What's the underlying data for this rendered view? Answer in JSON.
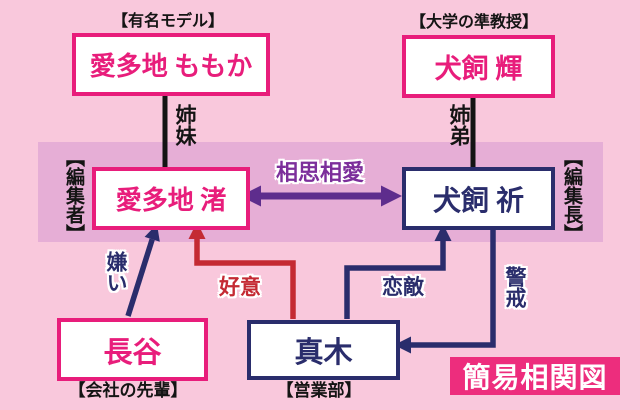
{
  "diagram_title": "簡易相関図",
  "people": {
    "momoka": {
      "name": "愛多地 ももか",
      "role": "【有名モデル】"
    },
    "hikaru": {
      "name": "犬飼 輝",
      "role": "【大学の準教授】"
    },
    "nagisa": {
      "name": "愛多地 渚",
      "role": "【編集者】"
    },
    "inori": {
      "name": "犬飼 祈",
      "role": "【編集長】"
    },
    "hase": {
      "name": "長谷",
      "role": "【会社の先輩】"
    },
    "maki": {
      "name": "真木",
      "role": "【営業部】"
    }
  },
  "relationships": {
    "sisters": {
      "label": "姉妹",
      "from": "愛多地 ももか",
      "to": "愛多地 渚",
      "style": "black-line"
    },
    "siblings": {
      "label": "姉弟",
      "from": "犬飼 輝",
      "to": "犬飼 祈",
      "style": "black-line"
    },
    "mutual_love": {
      "label": "相思相愛",
      "from": "愛多地 渚",
      "to": "犬飼 祈",
      "style": "purple-double-arrow"
    },
    "dislike": {
      "label": "嫌い",
      "from": "長谷",
      "to": "愛多地 渚",
      "style": "navy-arrow"
    },
    "affection": {
      "label": "好意",
      "from": "真木",
      "to": "愛多地 渚",
      "style": "red-arrow"
    },
    "love_rival": {
      "label": "恋敵",
      "from": "真木",
      "to": "犬飼 祈",
      "style": "navy-arrow"
    },
    "wariness": {
      "label": "警戒",
      "from": "犬飼 祈",
      "to": "真木",
      "style": "navy-arrow"
    }
  },
  "colors": {
    "background": "#f9c8dc",
    "band": "#e6aed6",
    "magenta": "#e81d7b",
    "navy": "#2a2d6c",
    "purple_arrow": "#5e2d8d",
    "purple_label": "#7c2f9b",
    "red": "#c42a33",
    "label_black": "#141414",
    "badge_bg": "#ed2d7d",
    "badge_text": "#ffffff"
  }
}
